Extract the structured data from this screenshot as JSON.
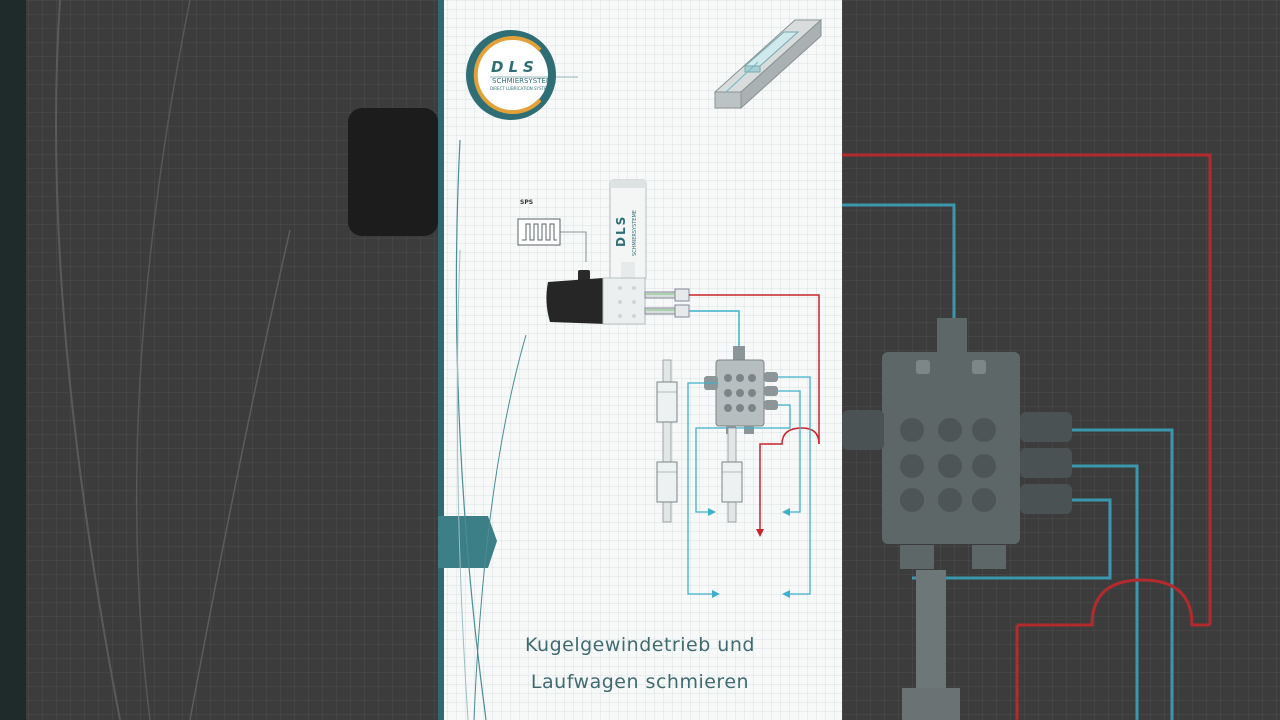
{
  "logo": {
    "letters": "DLS",
    "line1": "SCHMIERSYSTEME",
    "line2": "DIRECT LUBRICATION SYSTEMS"
  },
  "diagram": {
    "sps_label": "SPS",
    "cartridge_brand": "DLS",
    "cartridge_sub": "SCHMIERSYSTEME"
  },
  "caption": {
    "line1": "Kugelgewindetrieb und",
    "line2": "Laufwagen schmieren"
  },
  "colors": {
    "accent": "#3c7f86",
    "line_blue": "#3fb0c9",
    "line_red": "#c8242b",
    "logo_orange": "#e2a23a"
  }
}
